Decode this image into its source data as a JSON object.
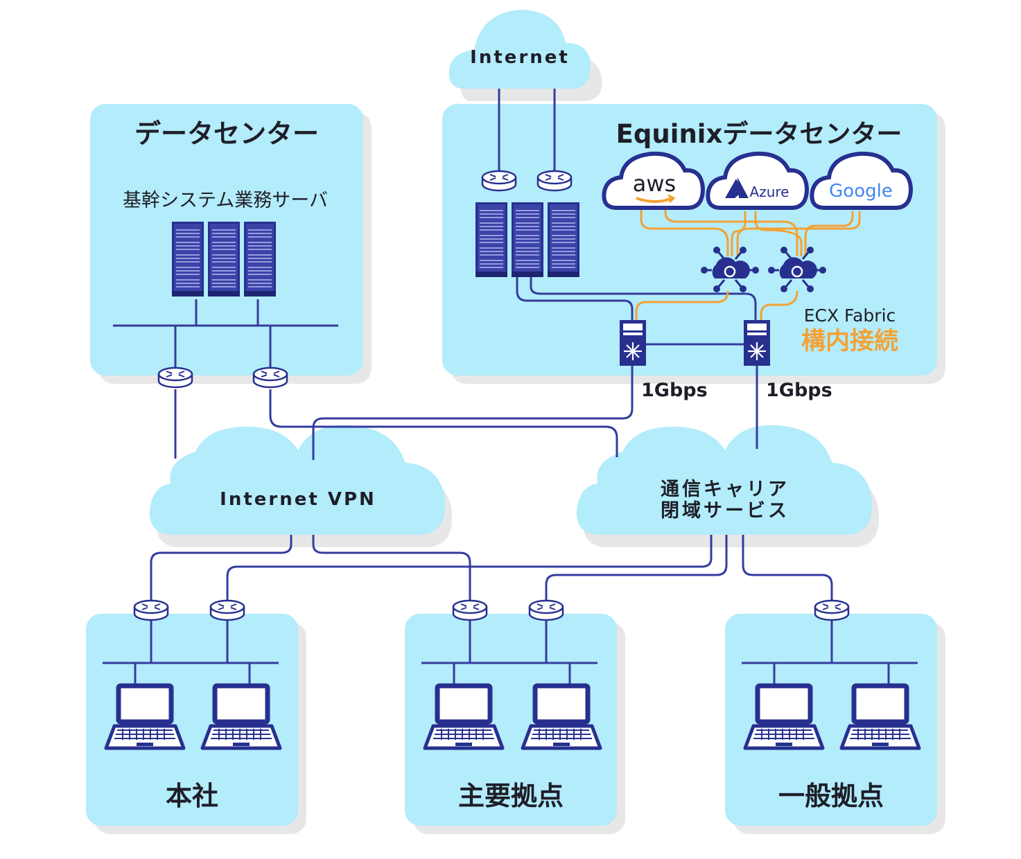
{
  "internet": {
    "label": "Internet"
  },
  "datacenter": {
    "title": "データセンター",
    "server_label": "基幹システム業務サーバ"
  },
  "equinix": {
    "title": "Equinixデータセンター",
    "aws": "aws",
    "azure": "Azure",
    "google": "Google",
    "ecx_label": "ECX Fabric",
    "ecx_sub": "構内接続",
    "speed_left": "1Gbps",
    "speed_right": "1Gbps"
  },
  "vpn": {
    "label": "Internet VPN"
  },
  "carrier": {
    "line1": "通信キャリア",
    "line2": "閉域サービス"
  },
  "sites": {
    "honsha": "本社",
    "main_branch": "主要拠点",
    "general_branch": "一般拠点"
  },
  "colors": {
    "panel": "#b3ecfb",
    "panel_shadow": "#e7e7e7",
    "line": "#343b9e",
    "orange": "#f4a133",
    "navy": "#27308f",
    "text": "#1e1e28"
  }
}
